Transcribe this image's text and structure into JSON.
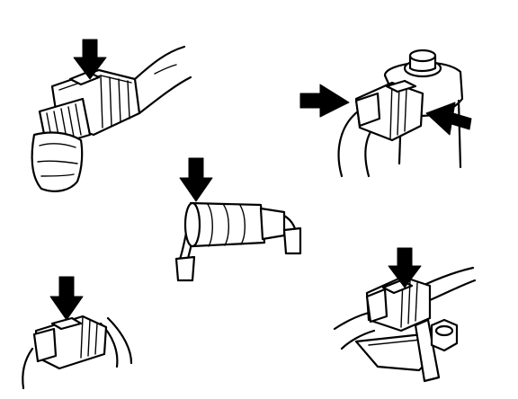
{
  "figure": {
    "background": "#ffffff",
    "ink": "#000000",
    "panels": [
      {
        "id": "connector-top-left",
        "arrows": 1
      },
      {
        "id": "connector-top-right-sensor",
        "arrows": 2
      },
      {
        "id": "connector-center-inline",
        "arrows": 1
      },
      {
        "id": "connector-bottom-left",
        "arrows": 1
      },
      {
        "id": "connector-bottom-right-bracket",
        "arrows": 1
      }
    ]
  }
}
